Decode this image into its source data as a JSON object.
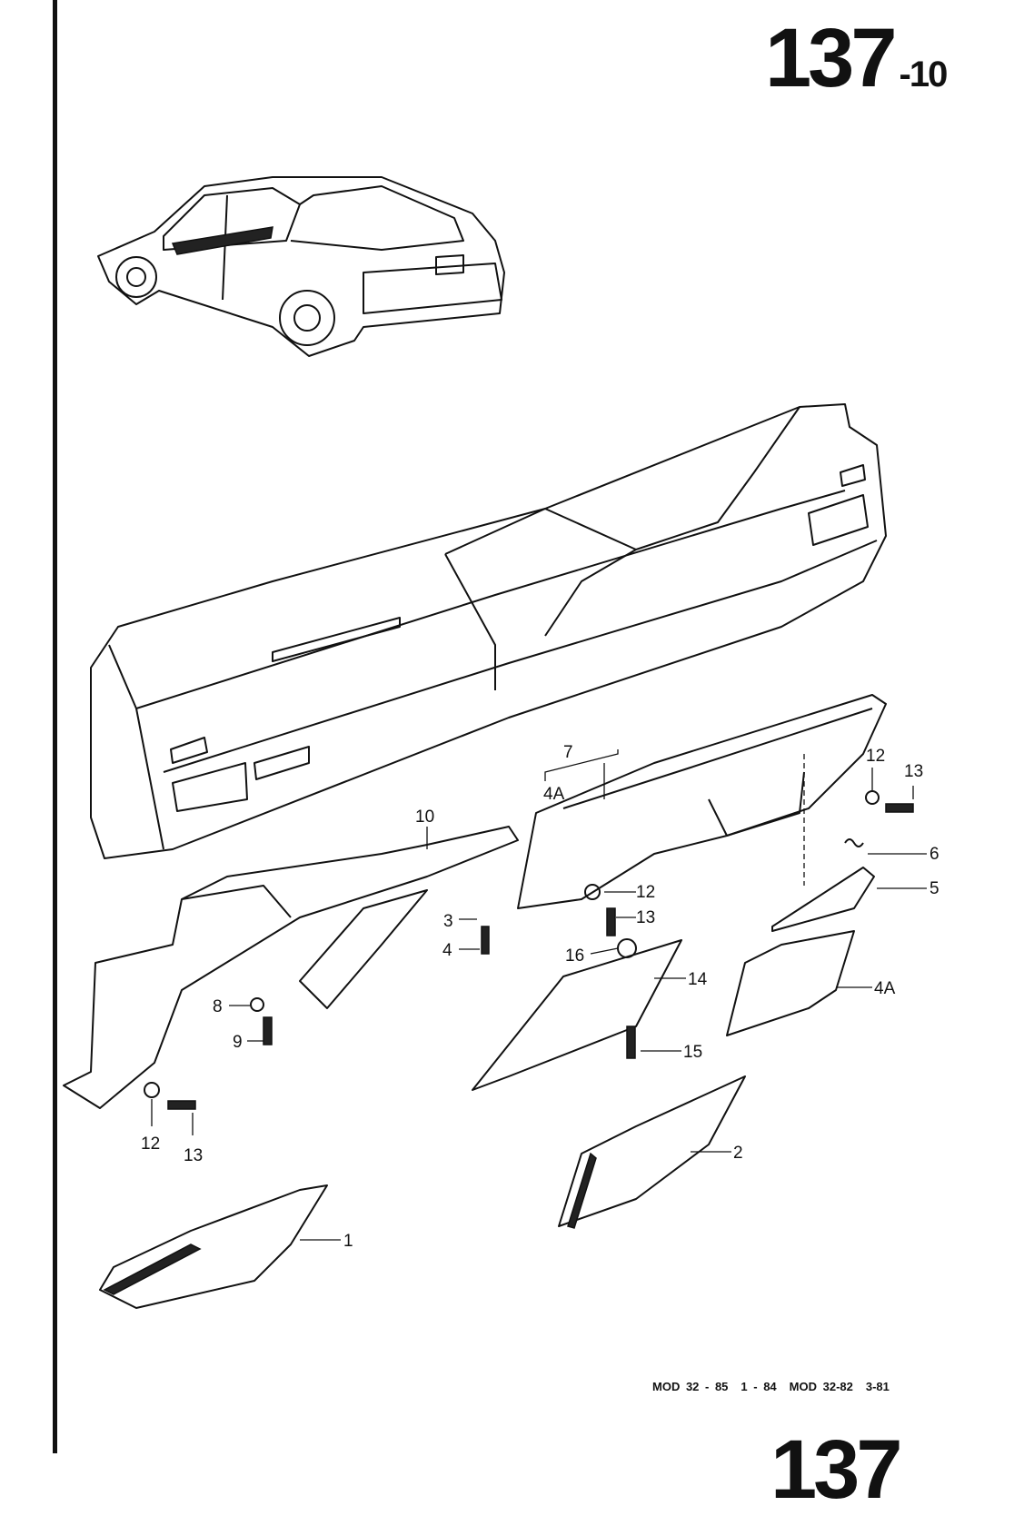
{
  "page": {
    "number": "137",
    "suffix": "-10",
    "next_page_number": "137"
  },
  "footer": {
    "items": [
      "MOD 32 - 85",
      "1 - 84",
      "MOD 32-82",
      "3-81"
    ]
  },
  "callouts": {
    "c7": "7",
    "c4a_top": "4A",
    "c10": "10",
    "c12_right": "12",
    "c13_right": "13",
    "c6": "6",
    "c5": "5",
    "c12_mid": "12",
    "c13_mid": "13",
    "c3": "3",
    "c4": "4",
    "c16": "16",
    "c14": "14",
    "c4a": "4A",
    "c8": "8",
    "c9": "9",
    "c15": "15",
    "c12_left": "12",
    "c13_left": "13",
    "c2": "2",
    "c1": "1"
  }
}
